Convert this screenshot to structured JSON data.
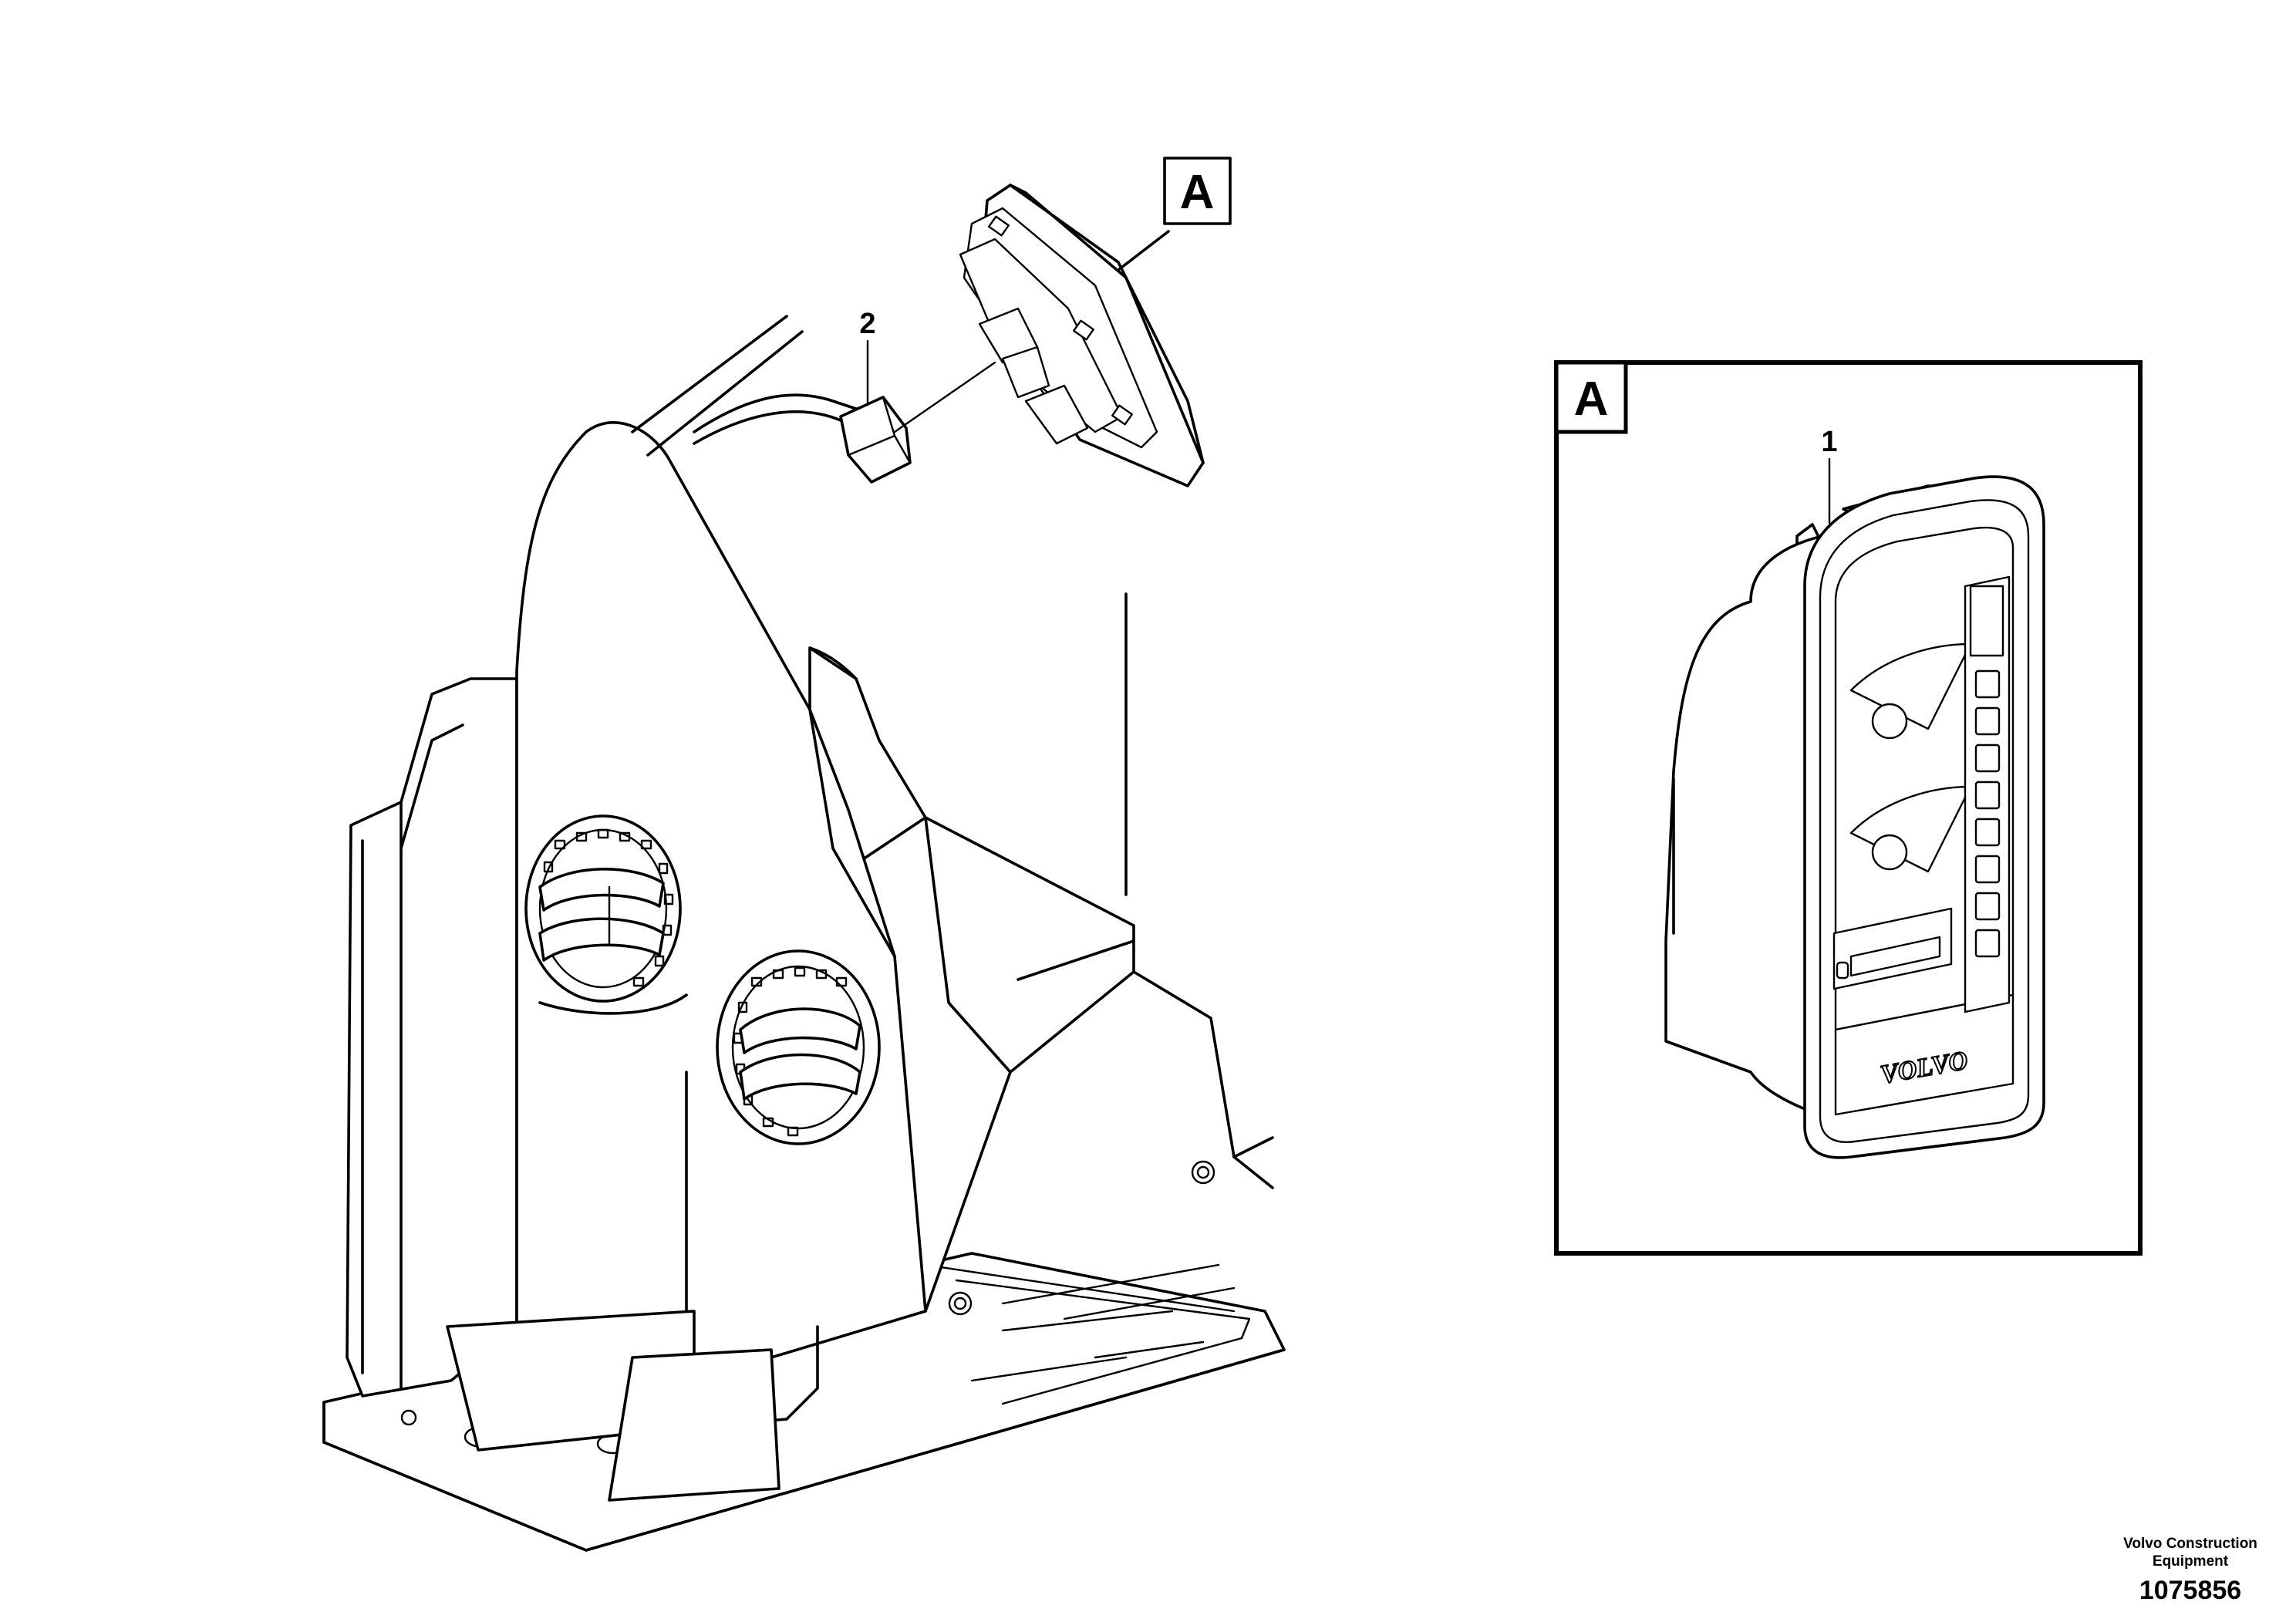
{
  "main_view": {
    "callout_view": "A",
    "callout_part_2": "2"
  },
  "detail_view": {
    "label": "A",
    "callout_part_1": "1",
    "brand_text": "VOLVO",
    "indicator_count": 8
  },
  "credit": {
    "line1": "Volvo Construction",
    "line2": "Equipment"
  },
  "drawing_number": "1075856"
}
